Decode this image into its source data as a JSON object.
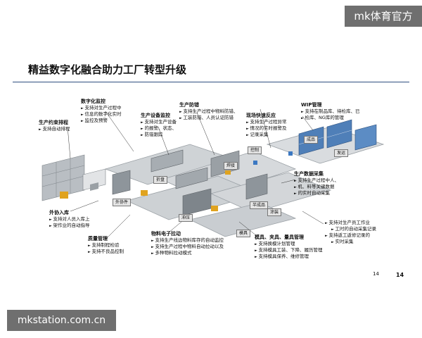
{
  "watermark_top": "mk体育官方",
  "watermark_bottom": "mkstation.com.cn",
  "title": "精益数字化融合助力工厂转型升级",
  "blocks": {
    "schedule": {
      "head": "生产约束排程",
      "items": [
        "支持自动排程"
      ]
    },
    "monitor": {
      "head": "数字化监控",
      "items": [
        "支持对生产过程中",
        "信息的数字化实时",
        "监控及预警"
      ]
    },
    "equipment": {
      "head": "生产设备监控",
      "items": [
        "支持对生产设备",
        "的报警、状态、",
        "防错跟踪"
      ]
    },
    "errorproof": {
      "head": "生产防错",
      "items": [
        "支持生产过程中物料防错、",
        "工装防错、人员认证防错"
      ]
    },
    "response": {
      "head": "现场快速反应",
      "items": [
        "支持生产过程异常",
        "情况的实时报警及",
        "记录采集"
      ]
    },
    "wip": {
      "head": "WIP管理",
      "items": [
        "支持在制品库、待检库、已",
        "检库、NG库的管理"
      ]
    },
    "collect": {
      "head": "生产数据采集",
      "items": [
        "支持生产过程中人、",
        "机、料等关键数据",
        "的实时自动采集"
      ]
    },
    "inbound": {
      "head": "外协入库",
      "items": [
        "支持对人员入库上",
        "架作业的自动指导"
      ]
    },
    "quality": {
      "head": "质量管理",
      "items": [
        "支持制程检验",
        "支持不良品控制"
      ]
    },
    "material": {
      "head": "物料电子拉动",
      "items": [
        "支持生产线边物料库存的自动监控",
        "支持生产过程中物料自动拉动以及",
        "多种物料拉动模式"
      ]
    },
    "tooling": {
      "head": "模具、夹具、量具管理",
      "items": [
        "支持换模计划管理",
        "支持模具工装、下降、履历管理",
        "支持模具保养、维修管理"
      ]
    },
    "worker": {
      "head": "",
      "items": [
        "支持对生产员工作业",
        "工时的自动采集记录",
        "支持返工返修记录的",
        "实时采集"
      ]
    }
  },
  "tags": {
    "waixie": "外协件",
    "bianpan": "折盘",
    "hanjie": "焊接",
    "kongzhi": "控制",
    "chengpin": "成品",
    "fayun": "发运",
    "chongya": "冲压",
    "banchengpin": "半成品",
    "tuzhuang": "涂装",
    "moju": "模具"
  },
  "page_number_small": "14",
  "page_number": "14"
}
